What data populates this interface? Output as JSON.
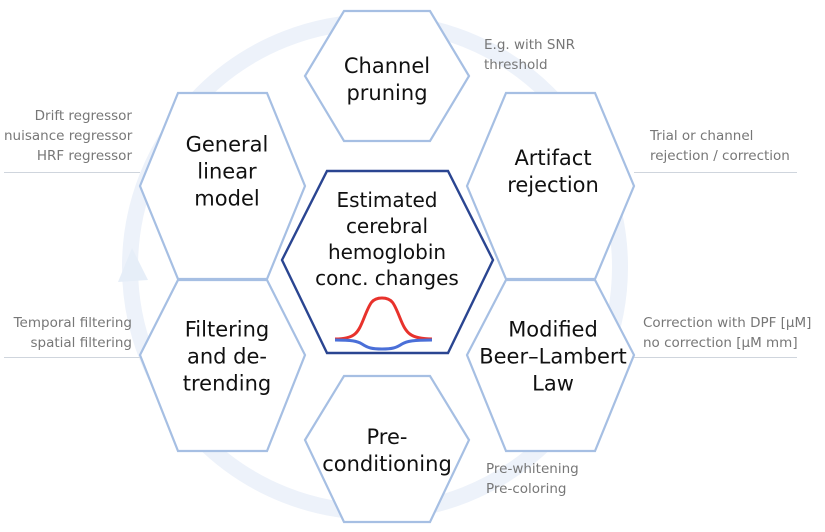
{
  "center": {
    "lines": [
      "Estimated",
      "cerebral",
      "hemoglobin",
      "conc. changes"
    ]
  },
  "steps": [
    {
      "id": "channel-pruning",
      "lines": [
        "Channel",
        "pruning"
      ]
    },
    {
      "id": "artifact-rejection",
      "lines": [
        "Artifact",
        "rejection"
      ]
    },
    {
      "id": "modified-beer-lambert-law",
      "lines": [
        "Modified",
        "Beer–Lambert",
        "Law"
      ]
    },
    {
      "id": "preconditioning",
      "lines": [
        "Pre-",
        "conditioning"
      ]
    },
    {
      "id": "filtering-detrending",
      "lines": [
        "Filtering",
        "and de-",
        "trending"
      ]
    },
    {
      "id": "general-linear-model",
      "lines": [
        "General",
        "linear",
        "model"
      ]
    }
  ],
  "notes": {
    "channel_pruning": [
      "E.g. with SNR",
      "threshold"
    ],
    "artifact_rejection": [
      "Trial or channel",
      "rejection / correction"
    ],
    "mbll": [
      "Correction with DPF [μM]",
      "no correction [μM mm]"
    ],
    "preconditioning": [
      "Pre-whitening",
      "Pre-coloring"
    ],
    "filtering": [
      "Temporal filtering",
      "spatial filtering"
    ],
    "glm": [
      "Drift regressor",
      "nuisance regressor",
      "HRF regressor"
    ]
  },
  "colors": {
    "hex_outline": "#a6bfe3",
    "center_outline": "#2a4591",
    "cycle_arrow": "#e6eef8",
    "hbo_curve": "#e8322c",
    "hbr_curve": "#4a6fd8",
    "note_text": "#777777"
  }
}
